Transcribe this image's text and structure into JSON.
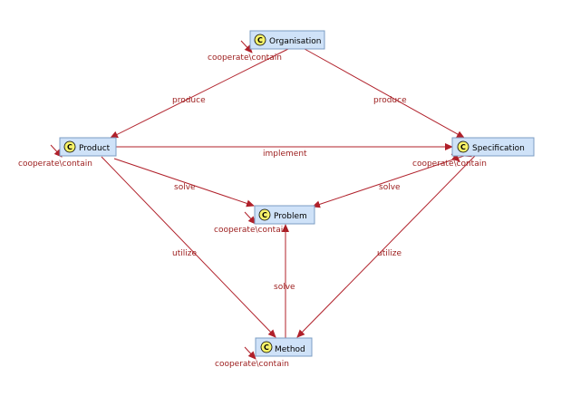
{
  "colors": {
    "node_fill": "#cfe2f8",
    "node_border": "#7b9cc3",
    "edge": "#b0202a",
    "edge_label": "#9b1b1b",
    "class_badge": "#f7f36a"
  },
  "class_badge_letter": "C",
  "nodes": {
    "organisation": {
      "label": "Organisation",
      "role_label": "cooperate\\contain"
    },
    "product": {
      "label": "Product",
      "role_label": "cooperate\\contain"
    },
    "specification": {
      "label": "Specification",
      "role_label": "cooperate\\contain"
    },
    "problem": {
      "label": "Problem",
      "role_label": "cooperate\\contain"
    },
    "method": {
      "label": "Method",
      "role_label": "cooperate\\contain"
    }
  },
  "edges": {
    "org_product": {
      "label": "produce"
    },
    "org_spec": {
      "label": "produce"
    },
    "product_spec": {
      "label": "implement"
    },
    "product_problem": {
      "label": "solve"
    },
    "spec_problem": {
      "label": "solve"
    },
    "product_method": {
      "label": "utilize"
    },
    "spec_method": {
      "label": "utilize"
    },
    "method_problem": {
      "label": "solve"
    }
  }
}
